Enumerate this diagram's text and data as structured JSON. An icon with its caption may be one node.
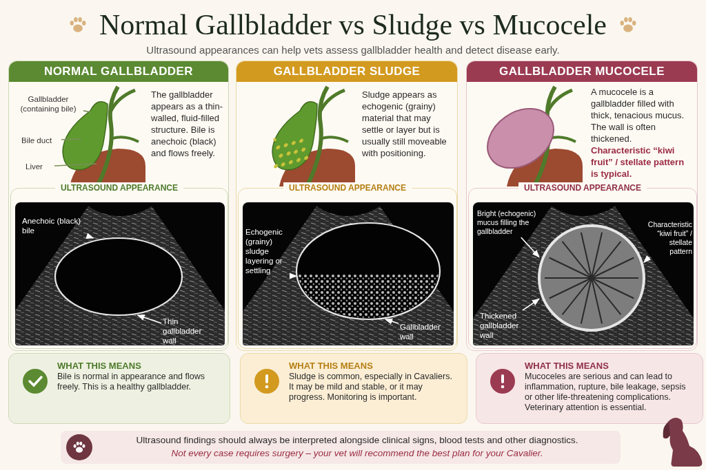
{
  "diagram": {
    "title": "Normal Gallbladder vs Sludge vs Mucocele",
    "nodes": [
      {
        "text": [
          "NORMAL GALLBLADDER",
          "The gallbladder appears as a thin-walled, fluid-filled structure. Bile is anechoic (black) and flows freely."
        ]
      },
      {
        "text": [
          "Gallbladder (containing bile)"
        ],
        "in": 0
      },
      {
        "text": [
          "Bile duct"
        ],
        "in": 0
      },
      {
        "text": [
          "Liver"
        ],
        "in": 0
      },
      {
        "text": [
          "ULTRASOUND APPEARANCE"
        ],
        "in": 0
      },
      {
        "text": [],
        "shape": "picture",
        "in": 4
      },
      {
        "text": [],
        "shape": "ellipse",
        "in": 5
      },
      {
        "text": [
          "Anechoic (black) bile"
        ],
        "in": 5
      },
      {
        "text": [
          "Thin gallbladder wall"
        ],
        "in": 5
      },
      {
        "text": [
          "WHAT THIS MEANS",
          "Bile is normal in appearance and flows freely. This is a healthy gallbladder."
        ]
      },
      {
        "text": [
          "GALLBLADDER SLUDGE",
          "Sludge appears as echogenic (grainy) material that may settle or layer but is usually still moveable with positioning."
        ]
      },
      {
        "text": [
          "ULTRASOUND APPEARANCE"
        ],
        "in": 10
      },
      {
        "text": [],
        "shape": "picture",
        "in": 11
      },
      {
        "text": [],
        "shape": "ellipse",
        "in": 12
      },
      {
        "text": [
          "Echogenic (grainy) sludge layering or settling"
        ],
        "in": 12
      },
      {
        "text": [
          "Gallbladder wall"
        ],
        "in": 12
      },
      {
        "text": [
          "WHAT THIS MEANS",
          "Sludge is common, especially in Cavaliers. It may be mild and stable, or it may progress. Monitoring is important."
        ]
      },
      {
        "text": [
          "GALLBLADDER MUCOCELE",
          "A mucocele is a gallbladder filled with thick, tenacious mucus. The wall is often thickened. **Characteristic “kiwi fruit” / stellate pattern is typical.**"
        ]
      },
      {
        "text": [
          "ULTRASOUND APPEARANCE"
        ],
        "in": 17
      },
      {
        "text": [],
        "shape": "picture",
        "in": 18
      },
      {
        "text": [],
        "shape": "circle",
        "in": 19
      },
      {
        "text": [
          "Bright (echogenic) mucus filling the gallbladder"
        ],
        "in": 19
      },
      {
        "text": [
          "Characteristic “kiwi fruit” / stellate pattern"
        ],
        "in": 19
      },
      {
        "text": [
          "Thickened gallbladder wall"
        ],
        "in": 19
      },
      {
        "text": [
          "WHAT THIS MEANS",
          "Mucoceles are serious and can lead to inflammation, rupture, bile leakage, sepsis or other life-threatening complications. Veterinary attention is essential."
        ]
      },
      {
        "text": [
          "Ultrasound findings should always be interpreted alongside clinical signs, blood tests and other diagnostics.",
          "Not every case requires surgery – your vet will recommend the best plan for your Cavalier."
        ]
      }
    ],
    "edges": [
      {
        "from": 1,
        "to": null,
        "arrow": "none",
        "color": "#7a8f5a"
      },
      {
        "from": 2,
        "to": null,
        "arrow": "none",
        "color": "#7a8f5a"
      },
      {
        "from": 3,
        "to": null,
        "arrow": "none",
        "color": "#7a8f5a"
      },
      {
        "from": 7,
        "to": 6,
        "arrow": "to"
      },
      {
        "from": 8,
        "to": 6,
        "arrow": "to"
      },
      {
        "from": 14,
        "to": 13,
        "arrow": "to"
      },
      {
        "from": 15,
        "to": 13,
        "arrow": "to"
      },
      {
        "from": 21,
        "to": 20,
        "arrow": "to"
      },
      {
        "from": 22,
        "to": 20,
        "arrow": "to"
      },
      {
        "from": 23,
        "to": 20,
        "arrow": "to"
      }
    ],
    "labels": [
      "Ultrasound appearances can help vets assess gallbladder health and detect disease early."
    ]
  }
}
